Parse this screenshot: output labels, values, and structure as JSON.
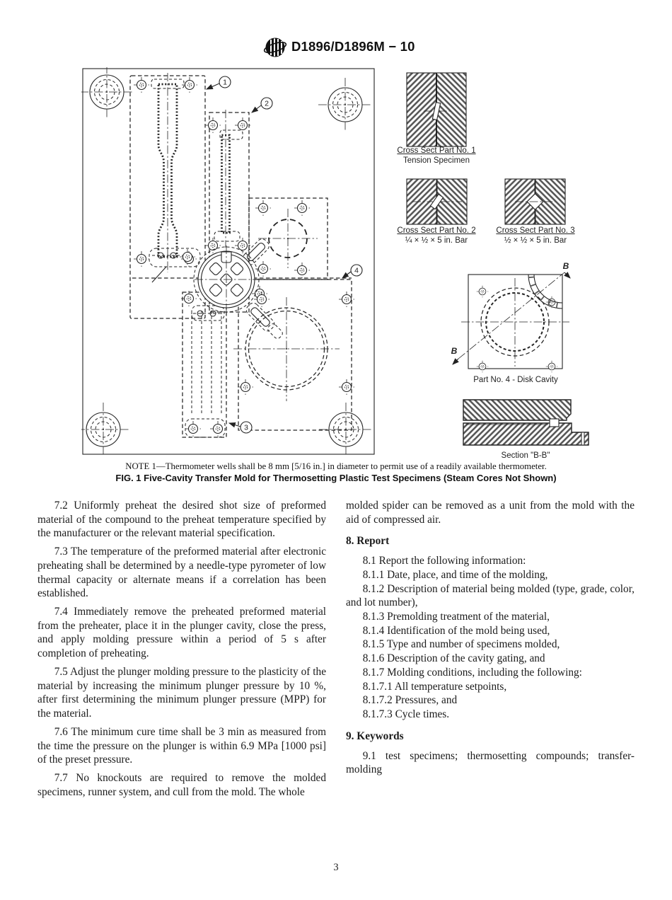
{
  "header": {
    "title": "D1896/D1896M − 10",
    "logo_name": "ASTM International logo"
  },
  "figure": {
    "note": "NOTE 1—Thermometer wells shall be 8 mm [5/16 in.] in diameter to permit use of a readily available thermometer.",
    "caption": "FIG. 1 Five-Cavity Transfer Mold for Thermosetting Plastic Test Specimens (Steam Cores Not Shown)",
    "callouts": {
      "c1": "1",
      "c2": "2",
      "c3": "3",
      "c4": "4"
    },
    "labels": {
      "part1_title": "Cross Sect Part No. 1",
      "part1_sub": "Tension Specimen",
      "part2_title": "Cross Sect Part No. 2",
      "part2_sub": "¼ × ½ × 5 in. Bar",
      "part3_title": "Cross Sect Part No. 3",
      "part3_sub": "½ × ½ × 5 in. Bar",
      "part4_label": "Part No. 4 - Disk Cavity",
      "section_label": "Section \"B-B\"",
      "b_top": "B",
      "b_bottom": "B"
    }
  },
  "content": {
    "left_column": [
      {
        "text": "7.2  Uniformly preheat the desired shot size of preformed material of the compound to the preheat temperature specified by the manufacturer or the relevant material specification."
      },
      {
        "text": "7.3  The temperature of the preformed material after electronic preheating shall be determined by a needle-type pyrometer of low thermal capacity or alternate means if a correlation has been established."
      },
      {
        "text": "7.4  Immediately remove the preheated preformed material from the preheater, place it in the plunger cavity, close the press, and apply molding pressure within a period of 5 s after completion of preheating."
      },
      {
        "text": "7.5  Adjust the plunger molding pressure to the plasticity of the material by increasing the minimum plunger pressure by 10 %, after first determining the minimum plunger pressure (MPP) for the material."
      },
      {
        "text": "7.6  The minimum cure time shall be 3 min as measured from the time the pressure on the plunger is within 6.9 MPa [1000 psi] of the preset pressure."
      },
      {
        "text": "7.7  No knockouts are required to remove the molded specimens, runner system, and cull from the mold. The whole"
      }
    ],
    "right_column": [
      {
        "text": "molded spider can be removed as a unit from the mold with the aid of compressed air."
      },
      {
        "text": "8.  Report"
      },
      {
        "text": "8.1  Report the following information:"
      },
      {
        "text": "8.1.1  Date, place, and time of the molding,"
      },
      {
        "text": "8.1.2  Description of material being molded (type, grade, color, and lot number),"
      },
      {
        "text": "8.1.3  Premolding treatment of the material,"
      },
      {
        "text": "8.1.4  Identification of the mold being used,"
      },
      {
        "text": "8.1.5  Type and number of specimens molded,"
      },
      {
        "text": "8.1.6  Description of the cavity gating, and"
      },
      {
        "text": "8.1.7  Molding conditions, including the following:"
      },
      {
        "text": "8.1.7.1  All temperature setpoints,"
      },
      {
        "text": "8.1.7.2  Pressures, and"
      },
      {
        "text": "8.1.7.3  Cycle times."
      },
      {
        "text": "9.  Keywords"
      },
      {
        "text": "9.1  test specimens; thermosetting compounds; transfer-molding"
      }
    ]
  },
  "page_number": "3"
}
